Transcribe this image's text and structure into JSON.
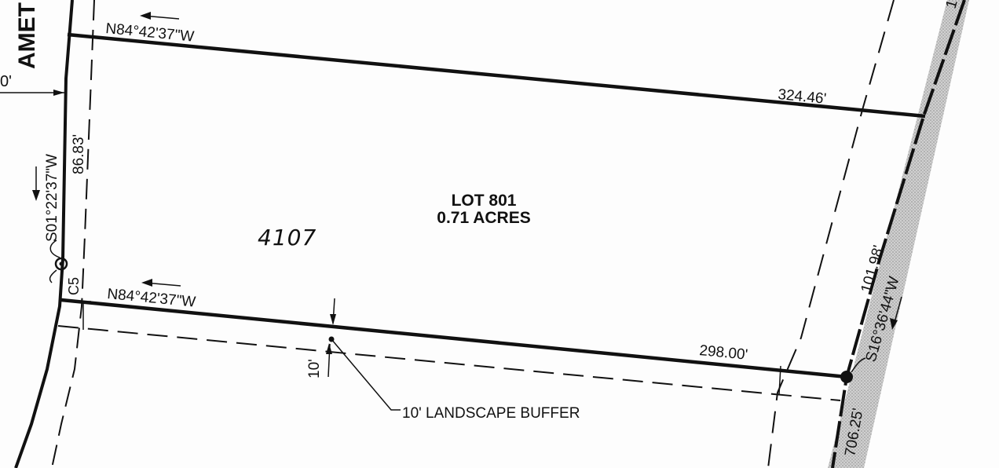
{
  "street": {
    "name_fragment": "AMET",
    "width_fragment": "0'"
  },
  "lot": {
    "title": "LOT 801",
    "area": "0.71 ACRES",
    "handwritten_number": "4107"
  },
  "boundary": {
    "north_bearing": "N84°42'37\"W",
    "north_distance": "324.46'",
    "south_bearing": "N84°42'37\"W",
    "south_distance": "298.00'",
    "west_bearing": "S01°22'37\"W",
    "west_distance": "86.83'",
    "west_curve": "C5",
    "east_bearing": "S16°36'44\"W",
    "east_distance": "101.98'",
    "east_lower_distance": "706.25'",
    "east_top_fragment": "1"
  },
  "buffer": {
    "width": "10'",
    "label": "10' LANDSCAPE BUFFER"
  }
}
